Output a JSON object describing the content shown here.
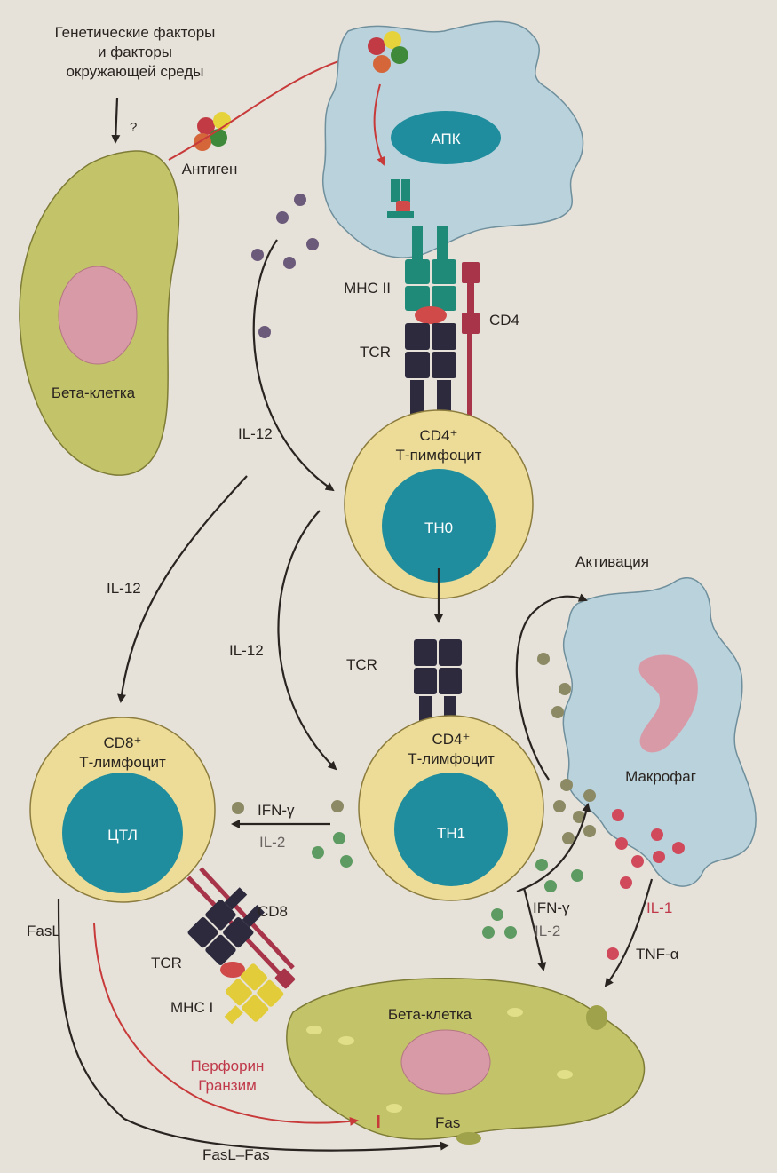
{
  "labels": {
    "genetic_factors": [
      "Генетические факторы",
      "и факторы",
      "окружающей среды"
    ],
    "question_mark": "?",
    "antigen": "Антиген",
    "apc": "АПК",
    "beta_cell_top": "Бета-клетка",
    "mhc2": "МНС II",
    "cd4_receptor": "CD4",
    "tcr_top": "TCR",
    "il12_a": "IL-12",
    "il12_b": "IL-12",
    "il12_c": "IL-12",
    "cd4_lymph_top": [
      "CD4⁺",
      "Т-пимфоцит"
    ],
    "th0": "TH0",
    "activation": "Активация",
    "tcr_mid": "TCR",
    "macrophage": "Макрофаг",
    "cd8_lymph": [
      "CD8⁺",
      "Т-лимфоцит"
    ],
    "ctl": "ЦТЛ",
    "cd4_lymph_mid": [
      "CD4⁺",
      "Т-лимфоцит"
    ],
    "th1": "TH1",
    "ifn_left": "IFN-γ",
    "il2_left": "IL-2",
    "ifn_right": "IFN-γ",
    "il2_right": "IL-2",
    "il1": "IL-1",
    "tnf": "TNF-α",
    "fasl": "FasL",
    "cd8_receptor": "CD8",
    "tcr_bottom": "TCR",
    "mhc1": "МНС I",
    "beta_cell_bottom": "Бета-клетка",
    "perforin": "Перфорин",
    "granzyme": "Гранзим",
    "fas": "Fas",
    "fasl_fas": "FasL–Fas"
  },
  "colors": {
    "background": "#e6e2da",
    "apc_fill": "#b9d2dc",
    "beta_cell_fill": "#c3c36a",
    "nucleus_pink": "#d99aa8",
    "lymph_outer": "#ecdc97",
    "lymph_nucleus": "#1f8d9d",
    "mhc_green": "#1f8a78",
    "tcr_dark": "#2d2a3e",
    "cd4_red": "#a8344a",
    "mhc1_yellow": "#e2cc3a",
    "cytokine_purple": "#6c5a7a",
    "cytokine_green": "#5e9b62",
    "cytokine_olive": "#8c8a64",
    "cytokine_red": "#d04a5c"
  }
}
